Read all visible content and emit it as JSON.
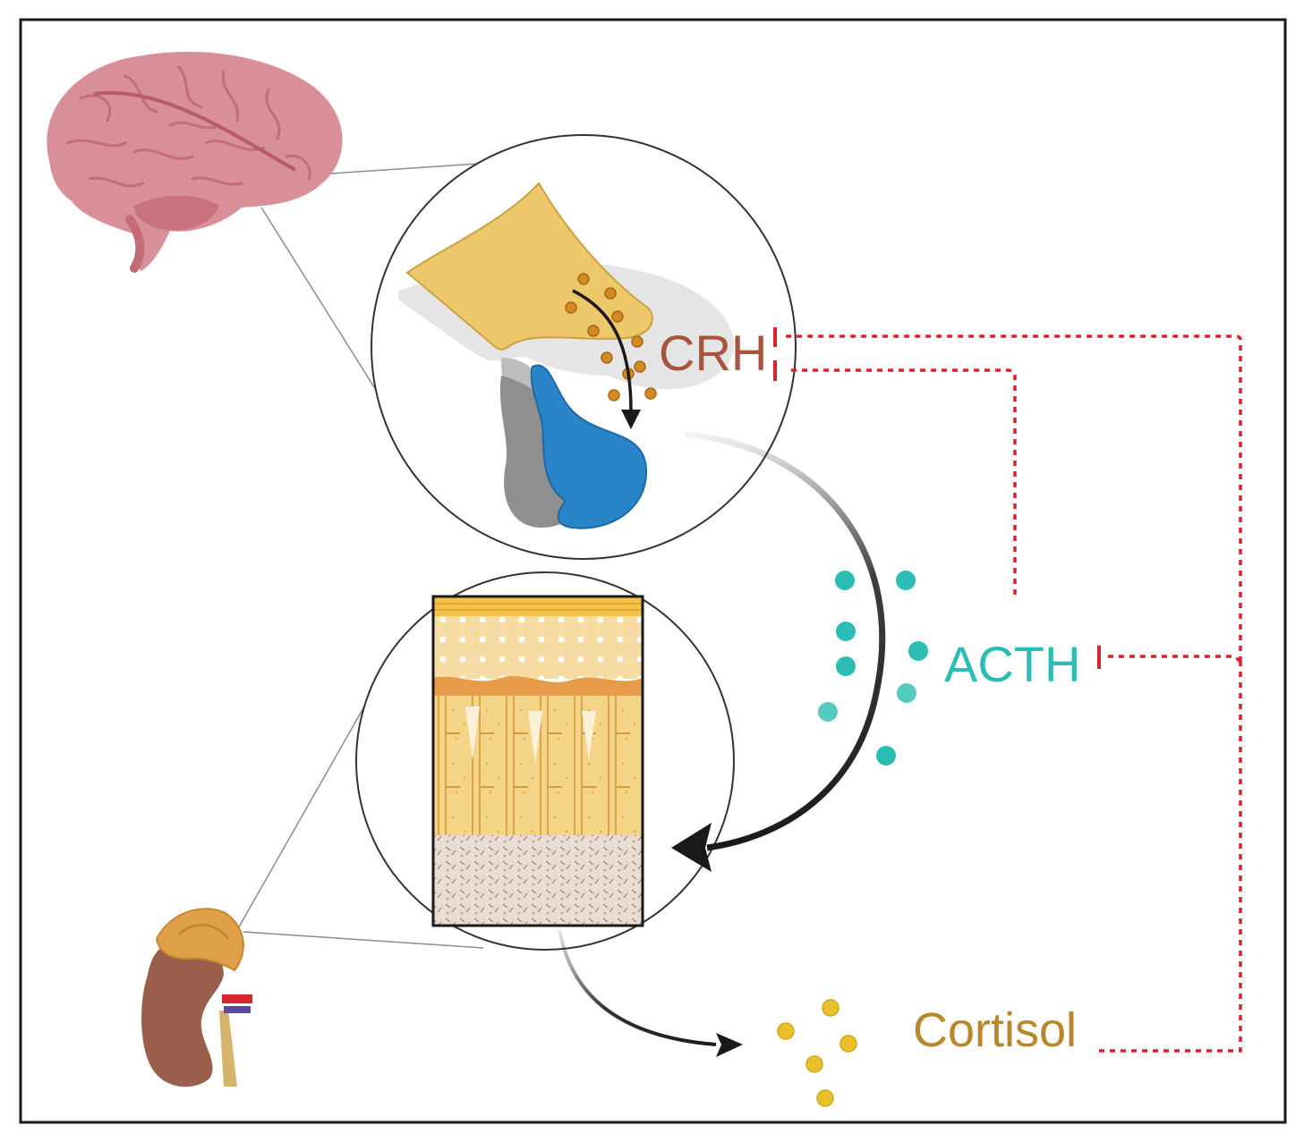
{
  "labels": {
    "crh": "CRH",
    "acth": "ACTH",
    "cortisol": "Cortisol"
  },
  "colors": {
    "crh": "#a8533b",
    "acth": "#2bbdb4",
    "cortisol": "#b8862b",
    "feedback": "#d9232d",
    "brain": "#d98f98",
    "hypothalamus": "#ecc86a",
    "pituitary_anterior": "#2a84c8",
    "pituitary_posterior": "#8f8f8f",
    "kidney": "#9a5f4c",
    "adrenal": "#e0a04a",
    "arrow": "#1a1a1a"
  },
  "icons": [
    "brain-icon",
    "hypothalamus-pituitary-icon",
    "adrenal-cortex-icon",
    "kidney-adrenal-icon"
  ]
}
